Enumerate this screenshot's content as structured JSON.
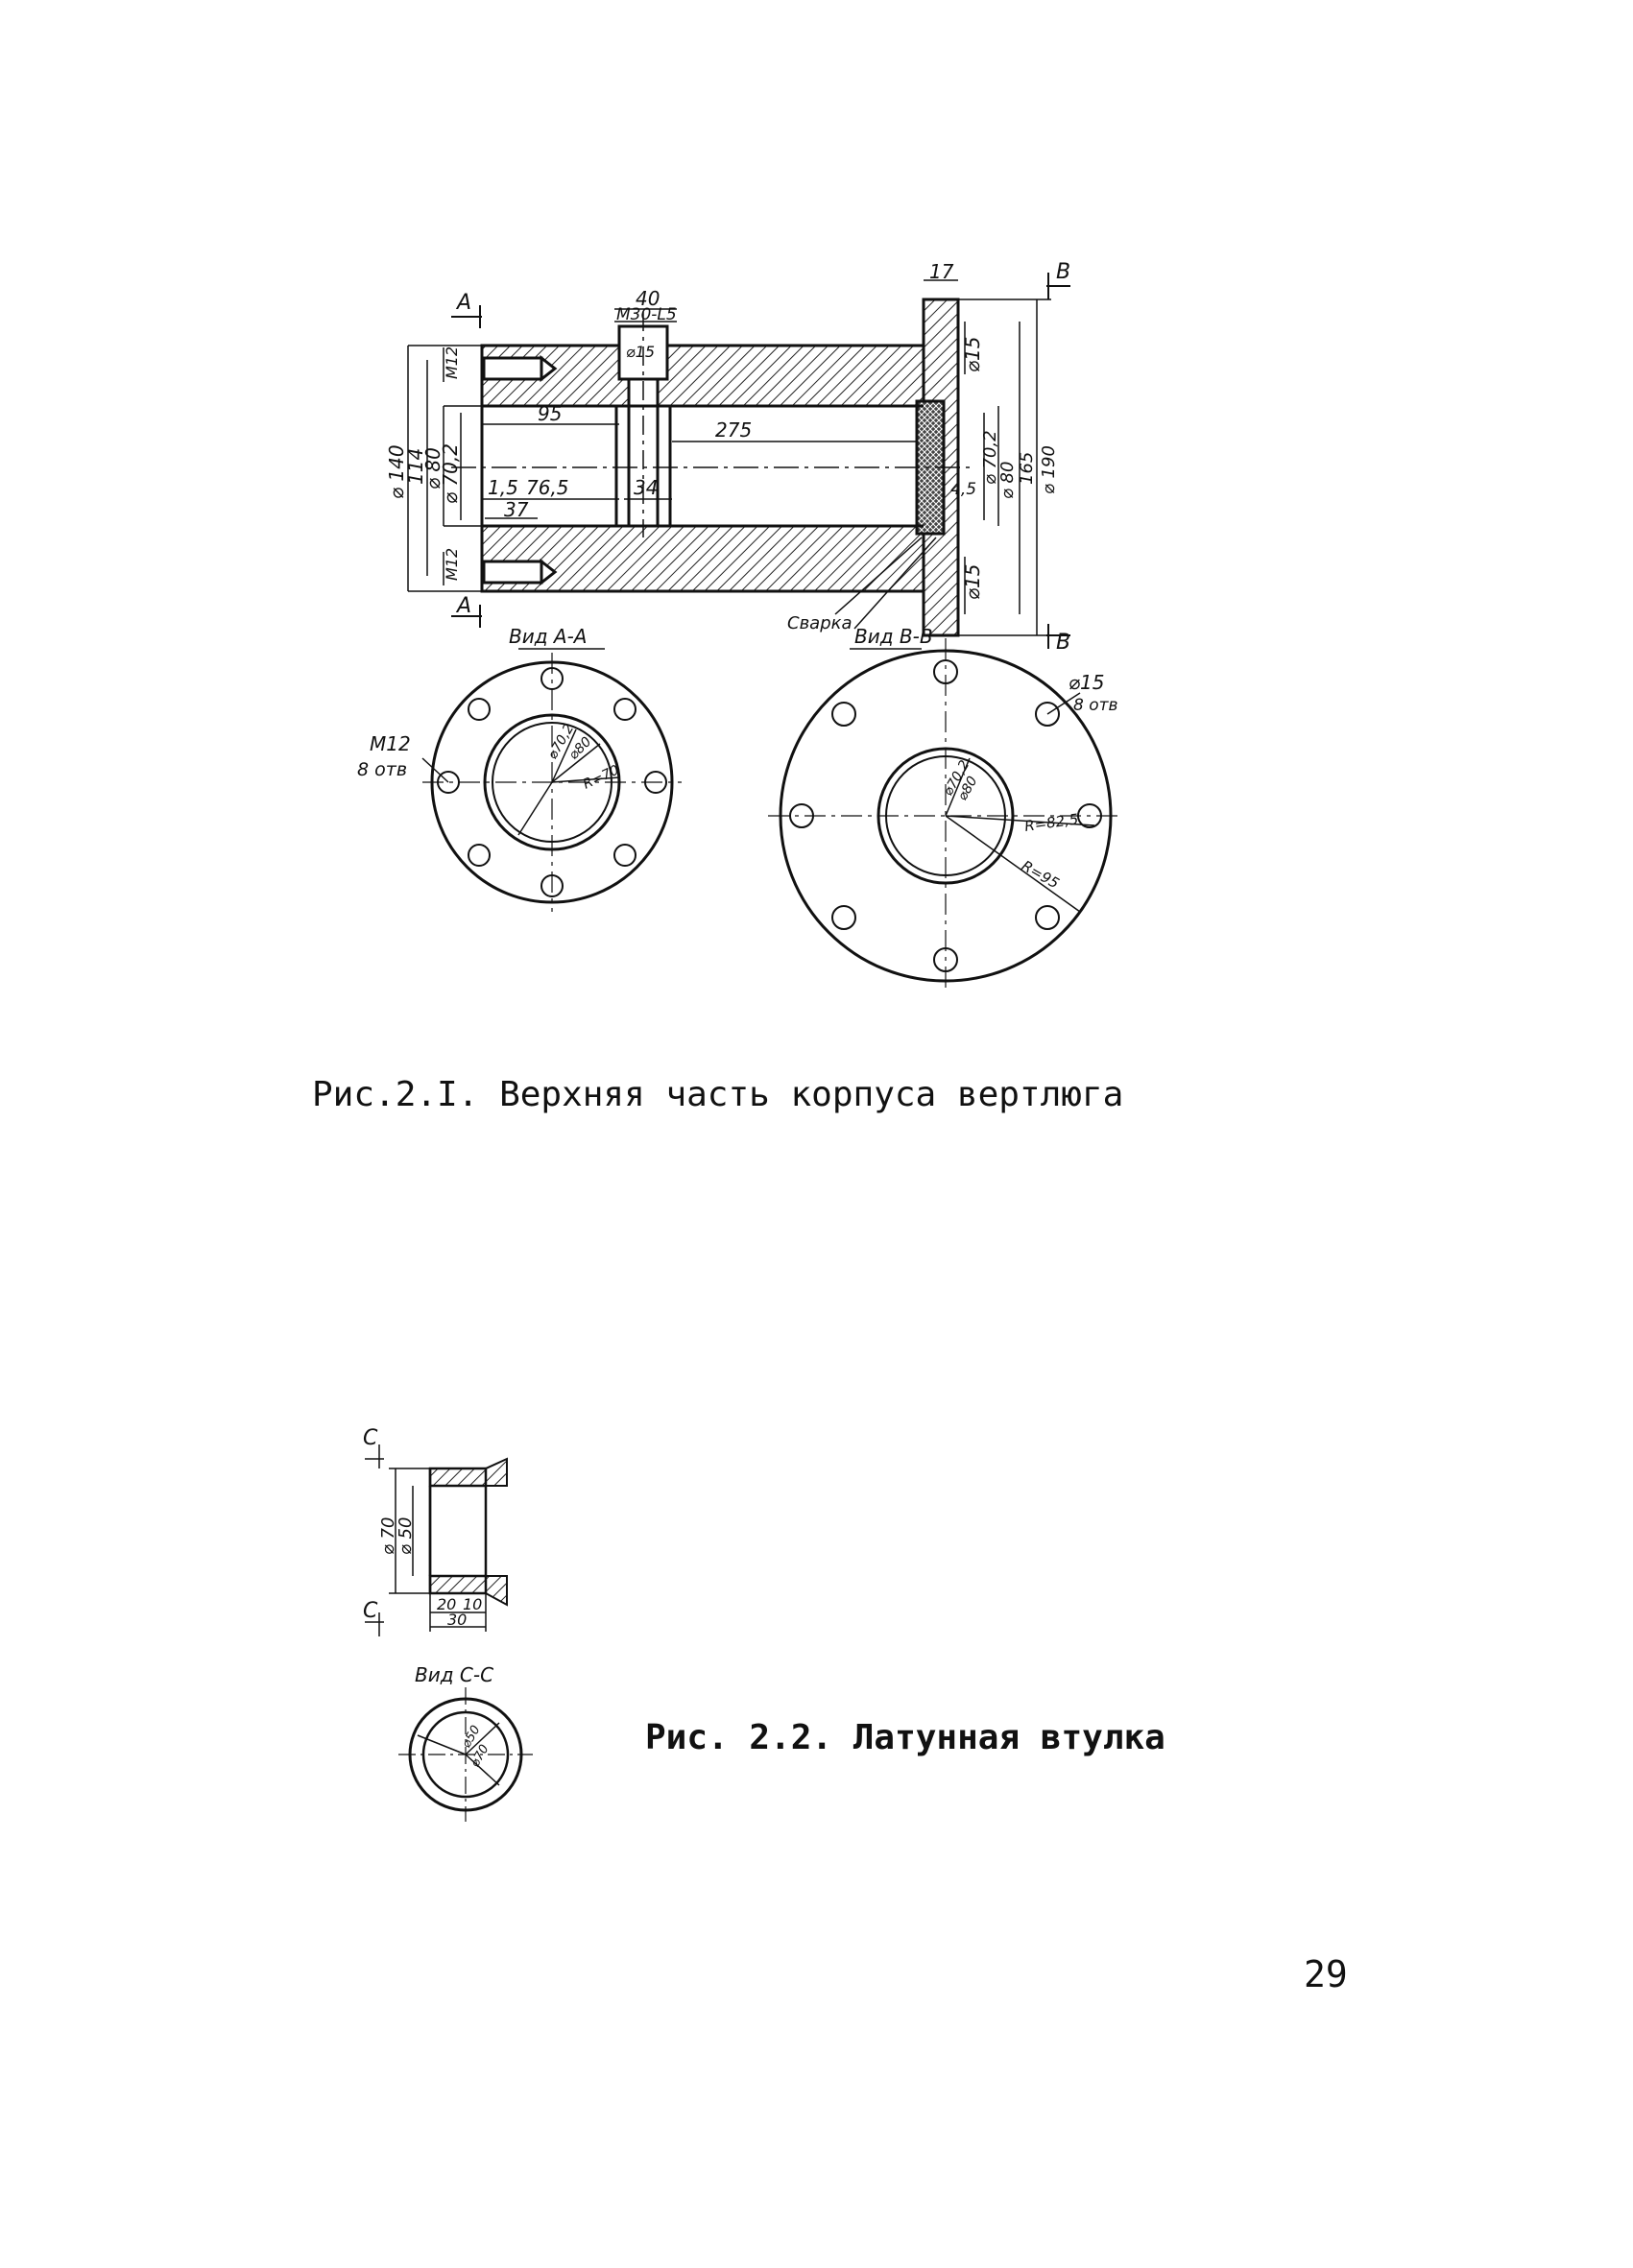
{
  "figure1": {
    "caption": "Рис.2.I. Верхняя часть корпуса вертлюга",
    "section_a_label": "А",
    "section_b_label": "В",
    "view_aa": "Вид А-А",
    "view_bb": "Вид В-В",
    "weld_label": "Сварка",
    "dims": {
      "d140": "⌀ 140",
      "d114": "114",
      "d80": "⌀ 80",
      "d70_2": "⌀ 70,2",
      "m12_top": "М12",
      "m12_bot": "М12",
      "w40": "40",
      "m30": "М30-L5",
      "d15_port": "⌀15",
      "l95": "95",
      "l275": "275",
      "l1_5": "1,5",
      "l76_5": "76,5",
      "l34": "34",
      "l37": "37",
      "w17": "17",
      "d15_top": "⌀15",
      "d15_bot": "⌀15",
      "d70_2r": "⌀ 70,2",
      "d80r": "⌀ 80",
      "d165": "165",
      "d190": "⌀ 190",
      "r4_5": "4,5"
    },
    "view_aa_dims": {
      "m12": "М12",
      "holes": "8 отв",
      "d70": "⌀70,2",
      "d80": "⌀80",
      "r70": "R=70"
    },
    "view_bb_dims": {
      "d15": "⌀15",
      "holes": "8 отв",
      "d70": "⌀70,2",
      "d80": "⌀80",
      "r82": "R=82,5",
      "r95": "R=95"
    }
  },
  "figure2": {
    "caption": "Рис. 2.2. Латунная втулка",
    "section_c_label": "С",
    "view_cc": "Вид С-С",
    "dims": {
      "d70": "⌀ 70",
      "d50": "⌀ 50",
      "w20": "20",
      "w10": "10",
      "w30": "30",
      "c_d50": "⌀50",
      "c_d70": "⌀70"
    }
  },
  "page_number": "29"
}
